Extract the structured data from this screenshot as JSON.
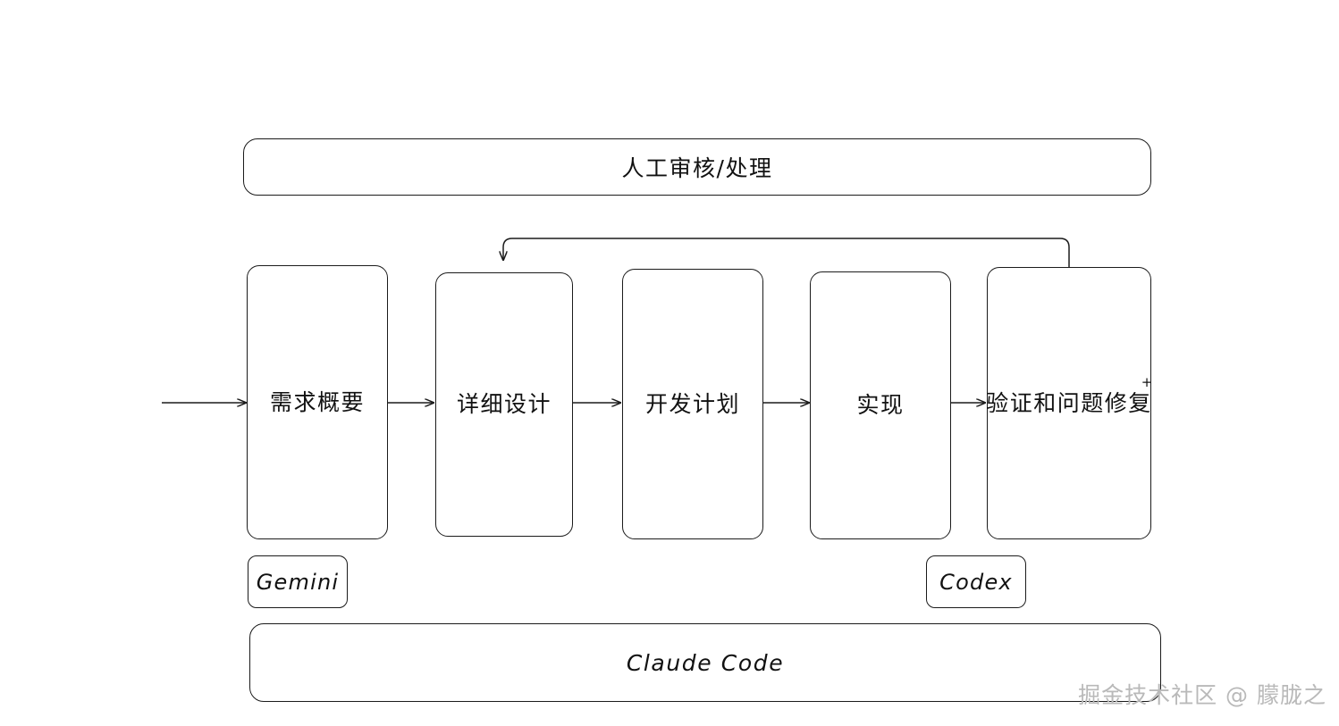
{
  "diagram": {
    "title_bar_top": {
      "label": "人工审核/处理"
    },
    "title_bar_bottom": {
      "label": "Claude Code"
    },
    "stages": [
      {
        "label": "需求概要",
        "superscript": ""
      },
      {
        "label": "详细设计",
        "superscript": ""
      },
      {
        "label": "开发计划",
        "superscript": ""
      },
      {
        "label": "实现",
        "superscript": ""
      },
      {
        "label": "验证和问题修复",
        "superscript": "+"
      }
    ],
    "tags": [
      {
        "label": "Gemini"
      },
      {
        "label": "Codex"
      }
    ],
    "watermark": "掘金技术社区 @ 朦胧之",
    "colors": {
      "stroke": "#1b1b1b",
      "background": "#ffffff",
      "text": "#111111",
      "watermark": "#b9b9b9"
    },
    "connectors": {
      "entry_arrow": "input-arrow-into-stage-1",
      "sequence_arrows": 4,
      "feedback_loop": "from-stage-5-top-back-to-stage-2-top"
    }
  }
}
